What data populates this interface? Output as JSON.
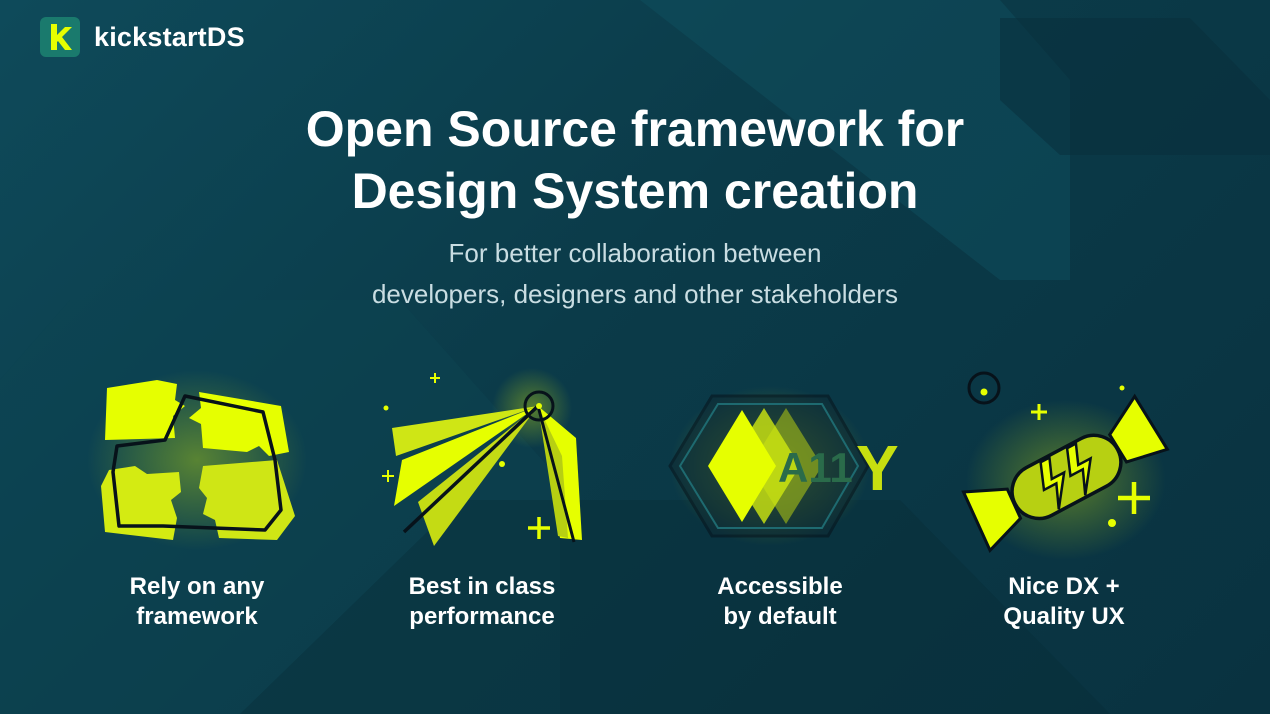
{
  "brand": {
    "name": "kickstartDS",
    "mark_letter": "k",
    "accent": "#e6ff00",
    "mark_bg": "#1a7a6d"
  },
  "headline": {
    "line1": "Open Source framework for",
    "line2": "Design System creation"
  },
  "subline": {
    "line1": "For better collaboration between",
    "line2": "developers, designers and other stakeholders"
  },
  "features": [
    {
      "icon": "puzzle-icon",
      "line1": "Rely on any",
      "line2": "framework"
    },
    {
      "icon": "lightbeam-icon",
      "line1": "Best in class",
      "line2": "performance"
    },
    {
      "icon": "a11y-hexagon-icon",
      "icon_text": "A11Y",
      "line1": "Accessible",
      "line2": "by default"
    },
    {
      "icon": "candy-icon",
      "line1": "Nice DX +",
      "line2": "Quality UX"
    }
  ]
}
